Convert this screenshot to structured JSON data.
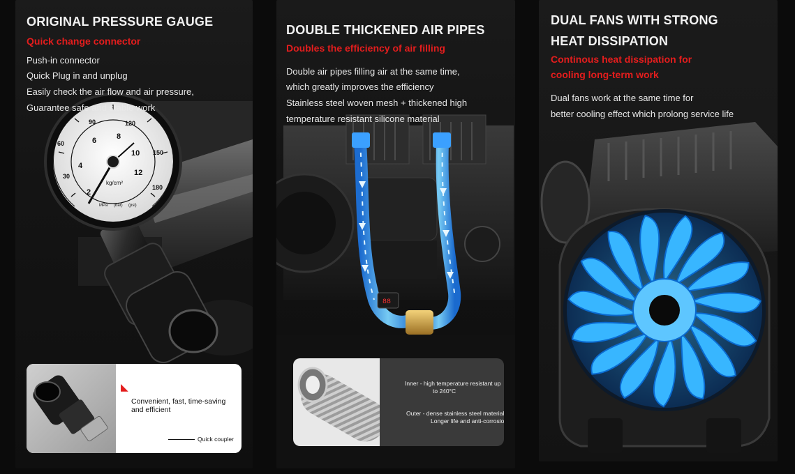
{
  "panels": [
    {
      "title": "ORIGINAL PRESSURE GAUGE",
      "subtitle": "Quick change connector",
      "lines": [
        "Push-in connector",
        "Quick Plug in and unplug",
        "Easily check the air flow and air pressure,",
        "Guarantee safe and stable work"
      ],
      "gauge": {
        "outer_ticks": [
          "60",
          "90",
          "120",
          "150",
          "180",
          "30"
        ],
        "inner_ticks": [
          "2",
          "4",
          "6",
          "8",
          "10",
          "12"
        ],
        "unit": "kg/cm²",
        "fine_labels": [
          "MPa",
          "(bar)",
          "(psi)"
        ]
      },
      "callout": {
        "headline": "Convenient, fast, time-saving",
        "headline_2": "and efficient",
        "caption": "Quick coupler",
        "warning_mark": "◣"
      }
    },
    {
      "title": "DOUBLE THICKENED AIR PIPES",
      "subtitle": "Doubles the efficiency of air filling",
      "lines": [
        "Double air pipes filling air at the same time,",
        "which greatly improves the efficiency",
        "Stainless steel woven mesh + thickened high",
        "temperature resistant silicone material"
      ],
      "callout": {
        "inner_1": "Inner - high temperature resistant up",
        "inner_2": "to 240°C",
        "outer_1": "Outer - dense stainless steel material",
        "outer_2": "Longer life and anti-corrosion"
      }
    },
    {
      "title_line_1": "DUAL FANS WITH STRONG",
      "title_line_2": "HEAT DISSIPATION",
      "subtitle_line_1": "Continous heat dissipation for",
      "subtitle_line_2": "cooling long-term work",
      "lines": [
        "Dual fans work at the same time for",
        "better cooling effect which prolong service life"
      ]
    }
  ],
  "colors": {
    "accent_red": "#e41d1d",
    "pipe_blue": "#2fa8ff",
    "fan_blue": "#36b4ff",
    "brass": "#c79a3a"
  }
}
